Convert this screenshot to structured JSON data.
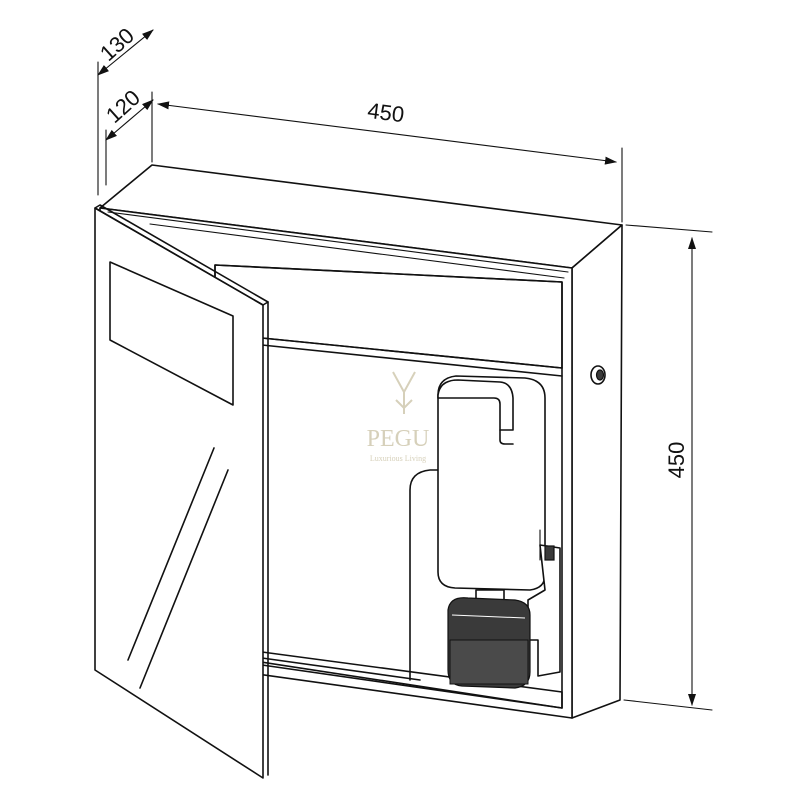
{
  "dimensions": {
    "width": "450",
    "height": "450",
    "depth_outer": "130",
    "depth_inner": "120"
  },
  "watermark": {
    "brand": "PEGU",
    "tagline": "Luxurious Living"
  },
  "colors": {
    "line": "#111111",
    "dispenser_cartridge": "#3a3a3a",
    "watermark": "#c9c1a4",
    "background": "#ffffff"
  }
}
